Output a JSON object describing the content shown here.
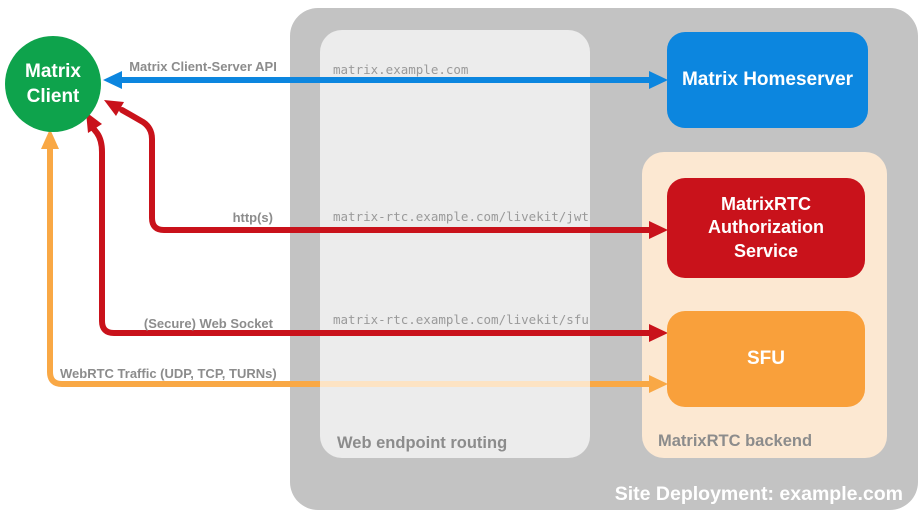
{
  "title": "MatrixRTC site deployment diagram",
  "client": {
    "line1": "Matrix",
    "line2": "Client"
  },
  "homeserver": {
    "label": "Matrix Homeserver"
  },
  "auth_service": {
    "label": "MatrixRTC Authorization Service"
  },
  "sfu": {
    "label": "SFU"
  },
  "site_container": {
    "label": "Site Deployment: example.com"
  },
  "web_routing": {
    "label": "Web endpoint routing",
    "endpoints": [
      "matrix.example.com",
      "matrix-rtc.example.com/livekit/jwt",
      "matrix-rtc.example.com/livekit/sfu"
    ]
  },
  "backend_panel": {
    "label": "MatrixRTC backend"
  },
  "arrows": {
    "client_server_api": {
      "label": "Matrix Client-Server API"
    },
    "https": {
      "label": "http(s)"
    },
    "websocket": {
      "label": "(Secure) Web Socket"
    },
    "webrtc": {
      "label": "WebRTC Traffic (UDP, TCP, TURNs)"
    }
  },
  "colors": {
    "client_green": "#0EA34C",
    "homeserver_blue": "#0C86DF",
    "arrow_blue": "#0C86DF",
    "service_red": "#C9121B",
    "arrow_red": "#C9121B",
    "sfu_orange": "#F9A03B",
    "arrow_orange": "#F9A845",
    "container_gray": "#C3C3C3",
    "backend_peach": "#FCE8D2",
    "muted_label_gray": "#8C8C8C",
    "endpoint_gray": "#9A9A9A"
  }
}
